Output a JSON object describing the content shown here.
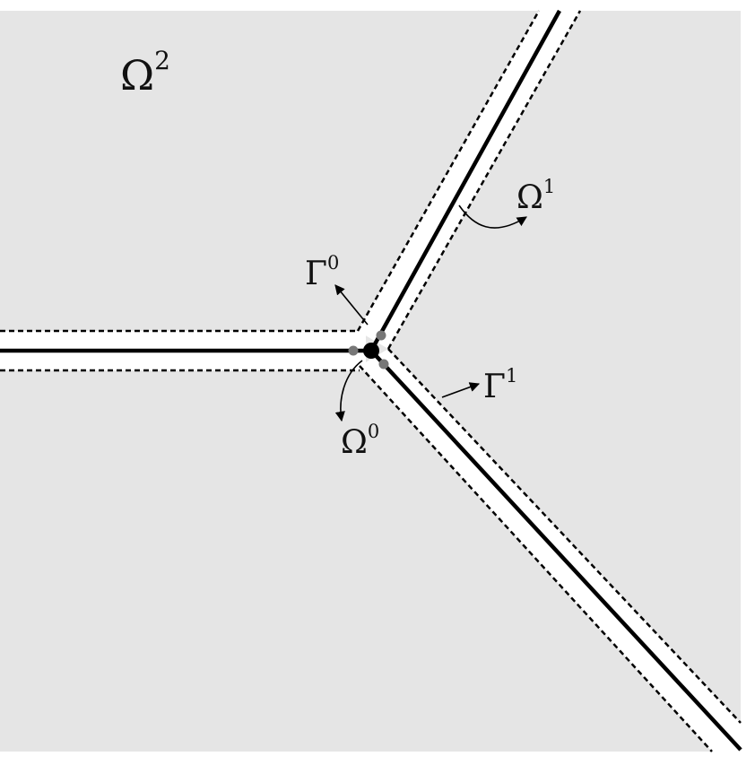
{
  "labels": {
    "omega2": {
      "symbol": "Ω",
      "index": "2"
    },
    "omega1": {
      "symbol": "Ω",
      "index": "1"
    },
    "gamma0": {
      "symbol": "Γ",
      "index": "0"
    },
    "gamma1": {
      "symbol": "Γ",
      "index": "1"
    },
    "omega0": {
      "symbol": "Ω",
      "index": "0"
    }
  },
  "colors": {
    "background_region": "#e5e5e5",
    "fracture_band": "#ffffff",
    "fracture_line": "#000000",
    "dashed_boundary": "#000000",
    "junction_node": "#000000",
    "auxiliary_nodes": "#777777",
    "arrows": "#000000"
  }
}
